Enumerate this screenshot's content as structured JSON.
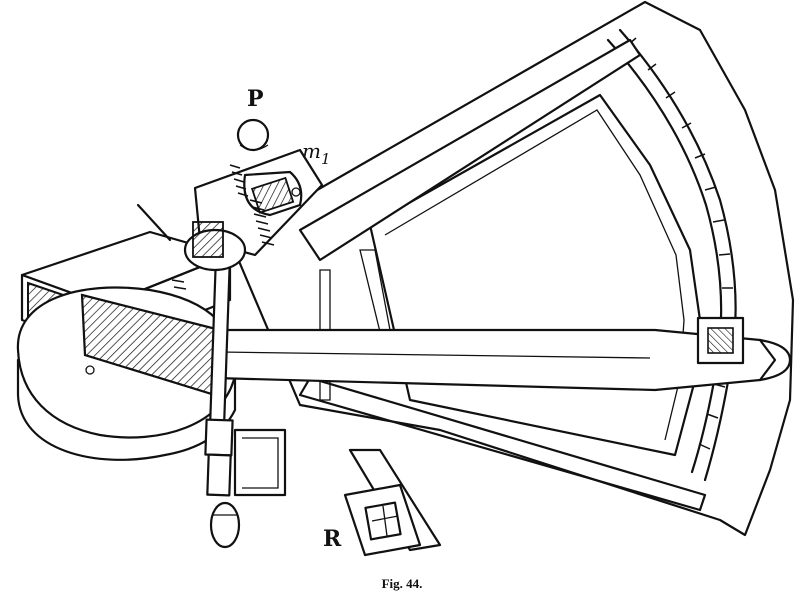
{
  "diagram": {
    "labels": {
      "P": "P",
      "m1_base": "m",
      "m1_sub": "1",
      "R": "R"
    },
    "caption": "Fig. 44."
  },
  "colors": {
    "ink": "#111111",
    "paper": "#ffffff"
  }
}
